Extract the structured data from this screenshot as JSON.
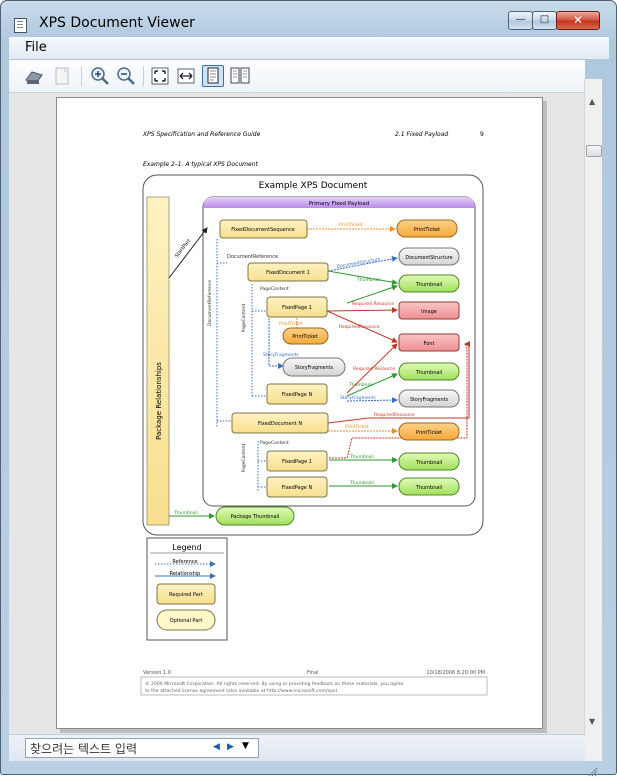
{
  "window": {
    "title": "XPS Document Viewer",
    "min_label": "—",
    "max_label": "□",
    "close_label": "✕"
  },
  "menu": {
    "file": "File"
  },
  "toolbar": {
    "icons": [
      "print-icon",
      "copy-icon",
      "zoom-in-icon",
      "zoom-out-icon",
      "actual-size-icon",
      "fit-width-icon",
      "whole-page-icon",
      "two-pages-icon"
    ],
    "selected": "whole-page-icon"
  },
  "find": {
    "placeholder": "찾으려는 텍스트 입력",
    "prev": "◀",
    "next": "▶",
    "dropdown": "▼"
  },
  "page": {
    "header_left": "XPS Specification and Reference Guide",
    "header_right": "2.1  Fixed Payload",
    "page_number": "9",
    "caption": "Example 2–1. A typical XPS Document",
    "diagram": {
      "title": "Example XPS Document",
      "payload_title": "Primary Fixed Payload",
      "package_rel": "Package Relationships",
      "start_part": "StartPart",
      "nodes": {
        "fds": "FixedDocumentSequence",
        "printticket_top": "PrintTicket",
        "docstructure": "DocumentStructure",
        "docref": "DocumentReference",
        "fd1": "FixedDocument 1",
        "thumb1": "Thumbnail",
        "pagecontent1": "PageContent",
        "fp1": "FixedPage 1",
        "image": "Image",
        "printticket_mid": "PrintTicket",
        "font": "Font",
        "storyfrag1": "StoryFragments",
        "thumb2": "Thumbnail",
        "fpn": "FixedPage N",
        "storyfrag2": "StoryFragments",
        "fdn": "FixedDocument N",
        "printticket_low": "PrintTicket",
        "pagecontent2": "PageContent",
        "fp1b": "FixedPage 1",
        "thumb3": "Thumbnail",
        "fpnb": "FixedPage N",
        "thumb4": "Thumbnail",
        "pkg_thumb": "Package Thumbnail"
      },
      "edges": {
        "printticket": "PrintTicket",
        "documentstructure": "DocumentStructure",
        "thumbnail": "Thumbnail",
        "required_resource": "Required Resource",
        "requiredresource": "RequiredResource",
        "storyfragments": "StoryFragments",
        "documentreference": "DocumentReference",
        "pagecontent": "PageContent"
      },
      "legend": {
        "title": "Legend",
        "reference": "Reference",
        "relationship": "Relationship",
        "required": "Required Part",
        "optional": "Optional Part"
      }
    },
    "footer": {
      "version": "Version 1.0",
      "status": "Final",
      "date": "10/18/2006 8:20:00 PM",
      "legal_1": "© 2006 Microsoft Corporation. All rights reserved. By using or providing feedback on these materials, you agree",
      "legal_2": "to the attached license agreement (also available at http://www.microsoft.com/xps)."
    }
  },
  "colors": {
    "required": "#fde9a6",
    "optional": "#fdf7c9",
    "thumbnail": "#c5f08c",
    "image": "#f4a6a6",
    "printticket": "#fbb64d",
    "neutral": "#e4e4e4",
    "payload_header": "#caa6ee"
  }
}
